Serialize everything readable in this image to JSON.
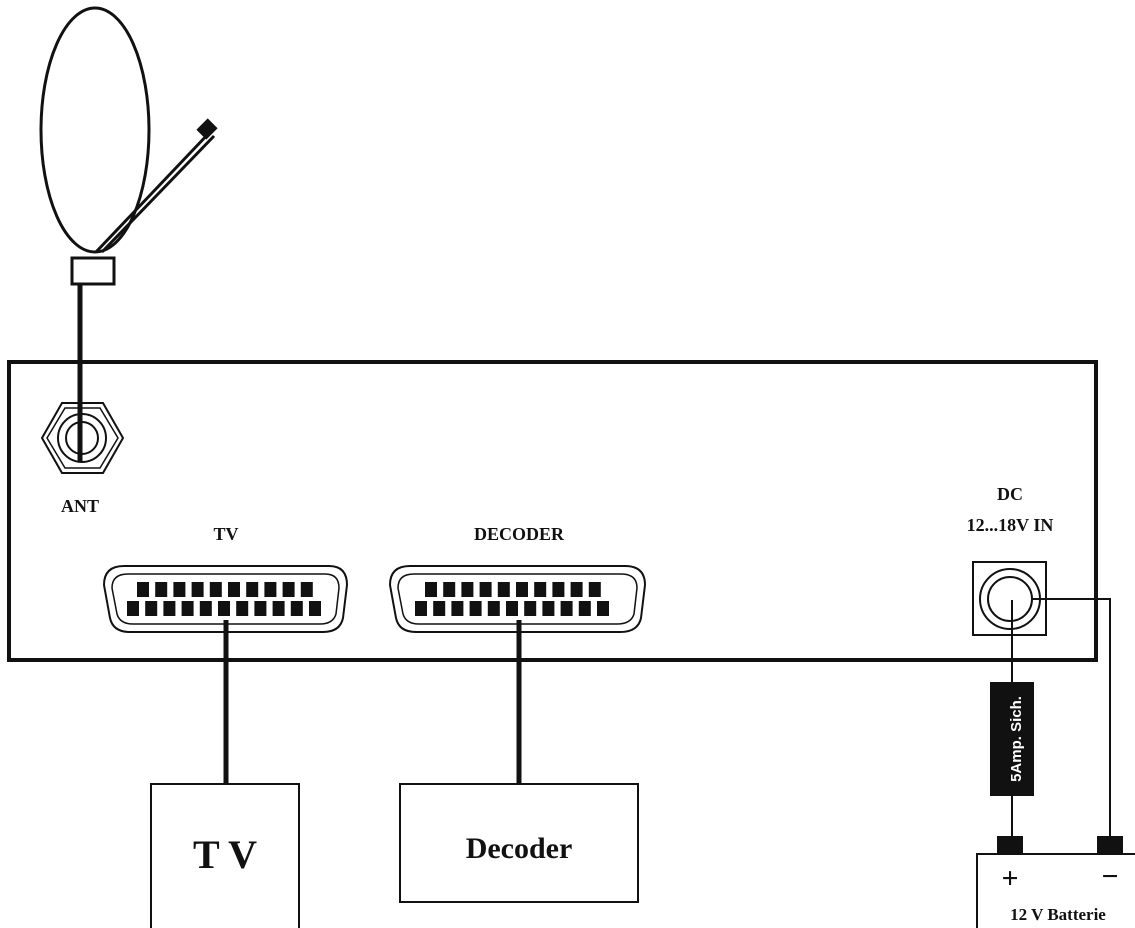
{
  "panel": {
    "ant_label": "ANT",
    "tv_port_label": "TV",
    "decoder_port_label": "DECODER",
    "dc_label_line1": "DC",
    "dc_label_line2": "12...18V IN"
  },
  "devices": {
    "tv_box_label": "T V",
    "decoder_box_label": "Decoder"
  },
  "power": {
    "fuse_label": "5Amp. Sich.",
    "battery_plus": "+",
    "battery_minus": "−",
    "battery_label": "12 V Batterie"
  },
  "colors": {
    "line": "#111111",
    "background": "#ffffff"
  }
}
